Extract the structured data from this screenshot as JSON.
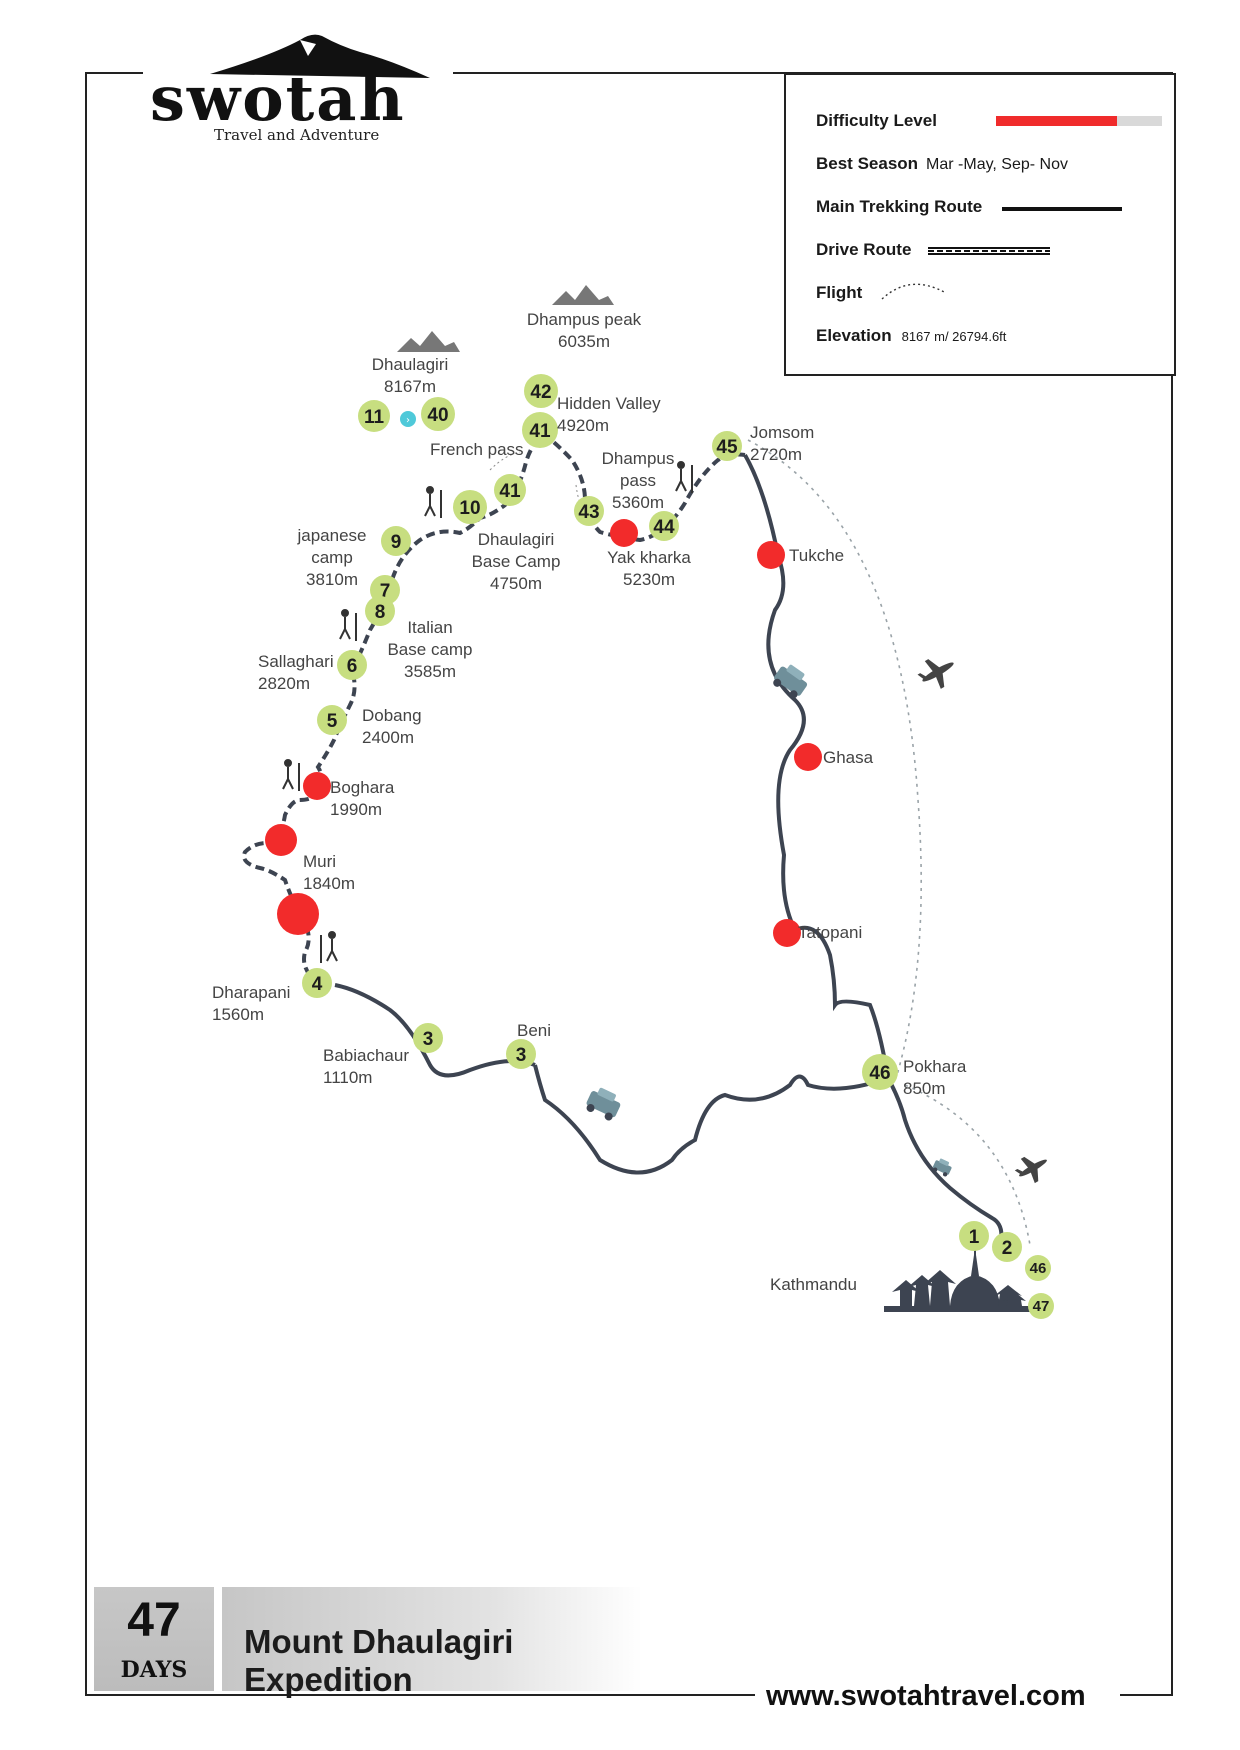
{
  "brand": {
    "logo_text": "swotah",
    "tagline": "Travel and Adventure",
    "website": "www.swotahtravel.com"
  },
  "legend": {
    "difficulty_label": "Difficulty Level",
    "difficulty_level": 0.73,
    "difficulty_color": "#f02b2b",
    "season_label": "Best Season",
    "season_value": "Mar -May, Sep- Nov",
    "trek_label": "Main Trekking Route",
    "drive_label": "Drive Route",
    "flight_label": "Flight",
    "elevation_label": "Elevation",
    "elevation_value": "8167 m/ 26794.6ft"
  },
  "colors": {
    "route": "#3d4451",
    "day_marker": "#c7de80",
    "stop_marker": "#f22b2b",
    "bridge_marker": "#4fc9d9",
    "flight_line": "#9aa3a8"
  },
  "markers": [
    {
      "id": "m-1",
      "label": "1"
    },
    {
      "id": "m-2",
      "label": "2"
    },
    {
      "id": "m-46a",
      "label": "46"
    },
    {
      "id": "m-47",
      "label": "47"
    },
    {
      "id": "m-46b",
      "label": "46"
    },
    {
      "id": "m-3a",
      "label": "3"
    },
    {
      "id": "m-3b",
      "label": "3"
    },
    {
      "id": "m-4",
      "label": "4"
    },
    {
      "id": "m-5",
      "label": "5"
    },
    {
      "id": "m-6",
      "label": "6"
    },
    {
      "id": "m-7",
      "label": "7"
    },
    {
      "id": "m-8",
      "label": "8"
    },
    {
      "id": "m-9",
      "label": "9"
    },
    {
      "id": "m-10",
      "label": "10"
    },
    {
      "id": "m-41a",
      "label": "41"
    },
    {
      "id": "m-11",
      "label": "11"
    },
    {
      "id": "m-40",
      "label": "40"
    },
    {
      "id": "m-42",
      "label": "42"
    },
    {
      "id": "m-41b",
      "label": "41"
    },
    {
      "id": "m-43",
      "label": "43"
    },
    {
      "id": "m-44",
      "label": "44"
    },
    {
      "id": "m-45",
      "label": "45"
    }
  ],
  "places": [
    {
      "id": "kathmandu",
      "lines": [
        "Kathmandu"
      ]
    },
    {
      "id": "pokhara",
      "lines": [
        "Pokhara",
        "850m"
      ]
    },
    {
      "id": "beni",
      "lines": [
        "Beni"
      ]
    },
    {
      "id": "babiachaur",
      "lines": [
        "Babiachaur",
        "1110m"
      ]
    },
    {
      "id": "dharapani",
      "lines": [
        "Dharapani",
        "1560m"
      ]
    },
    {
      "id": "muri",
      "lines": [
        "Muri",
        "1840m"
      ]
    },
    {
      "id": "boghara",
      "lines": [
        "Boghara",
        "1990m"
      ]
    },
    {
      "id": "dobang",
      "lines": [
        "Dobang",
        "2400m"
      ]
    },
    {
      "id": "sallaghari",
      "lines": [
        "Sallaghari",
        "2820m"
      ]
    },
    {
      "id": "italian-bc",
      "lines": [
        "Italian",
        "Base camp",
        "3585m"
      ]
    },
    {
      "id": "japanese-camp",
      "lines": [
        "japanese",
        "camp",
        "3810m"
      ]
    },
    {
      "id": "dhaulagiri-bc",
      "lines": [
        "Dhaulagiri",
        "Base Camp",
        "4750m"
      ]
    },
    {
      "id": "french-pass",
      "lines": [
        "French pass"
      ]
    },
    {
      "id": "dhaulagiri",
      "lines": [
        "Dhaulagiri",
        "8167m"
      ]
    },
    {
      "id": "dhampus-peak",
      "lines": [
        "Dhampus peak",
        "6035m"
      ]
    },
    {
      "id": "hidden-valley",
      "lines": [
        "Hidden Valley",
        "4920m"
      ]
    },
    {
      "id": "dhampus-pass",
      "lines": [
        "Dhampus",
        "pass",
        "5360m"
      ]
    },
    {
      "id": "yak-kharka",
      "lines": [
        "Yak kharka",
        "5230m"
      ]
    },
    {
      "id": "jomsom",
      "lines": [
        "Jomsom",
        "2720m"
      ]
    },
    {
      "id": "tukche",
      "lines": [
        "Tukche"
      ]
    },
    {
      "id": "ghasa",
      "lines": [
        "Ghasa"
      ]
    },
    {
      "id": "tatopani",
      "lines": [
        "Tatopani"
      ]
    }
  ],
  "summary": {
    "days_number": "47",
    "days_label": "DAYS",
    "title": "Mount Dhaulagiri Expedition"
  }
}
